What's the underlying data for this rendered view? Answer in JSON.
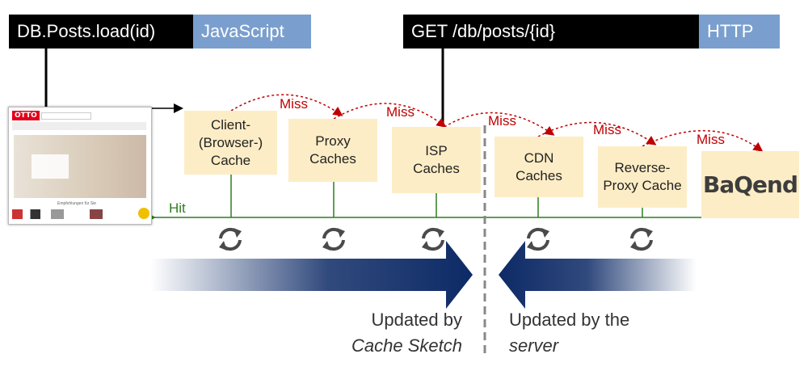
{
  "code_bars": {
    "left": {
      "call": "DB.Posts.load(id)",
      "tag": "JavaScript"
    },
    "right": {
      "call": "GET /db/posts/{id}",
      "tag": "HTTP"
    }
  },
  "caches": {
    "client": "Client-\n(Browser-)\nCache",
    "proxy": "Proxy\nCaches",
    "isp": "ISP\nCaches",
    "cdn": "CDN\nCaches",
    "reverse_proxy": "Reverse-\nProxy Cache"
  },
  "backend": {
    "logo_text": "BaQend"
  },
  "labels": {
    "miss": "Miss",
    "hit": "Hit"
  },
  "captions": {
    "left_line1": "Updated by",
    "left_line2": "Cache Sketch",
    "right_line1": "Updated by the",
    "right_line2": "server"
  },
  "browser_preview": {
    "logo": "OTTO",
    "footer": "Empfehlungen für Sie"
  },
  "colors": {
    "miss": "#c00000",
    "hit": "#2e7d1f",
    "cache_fill": "#fdedc6",
    "arrow_navy": "#0d2a66",
    "tag_blue": "#7a9fce"
  },
  "icons": [
    "refresh-icon",
    "refresh-icon",
    "refresh-icon",
    "refresh-icon",
    "refresh-icon"
  ]
}
